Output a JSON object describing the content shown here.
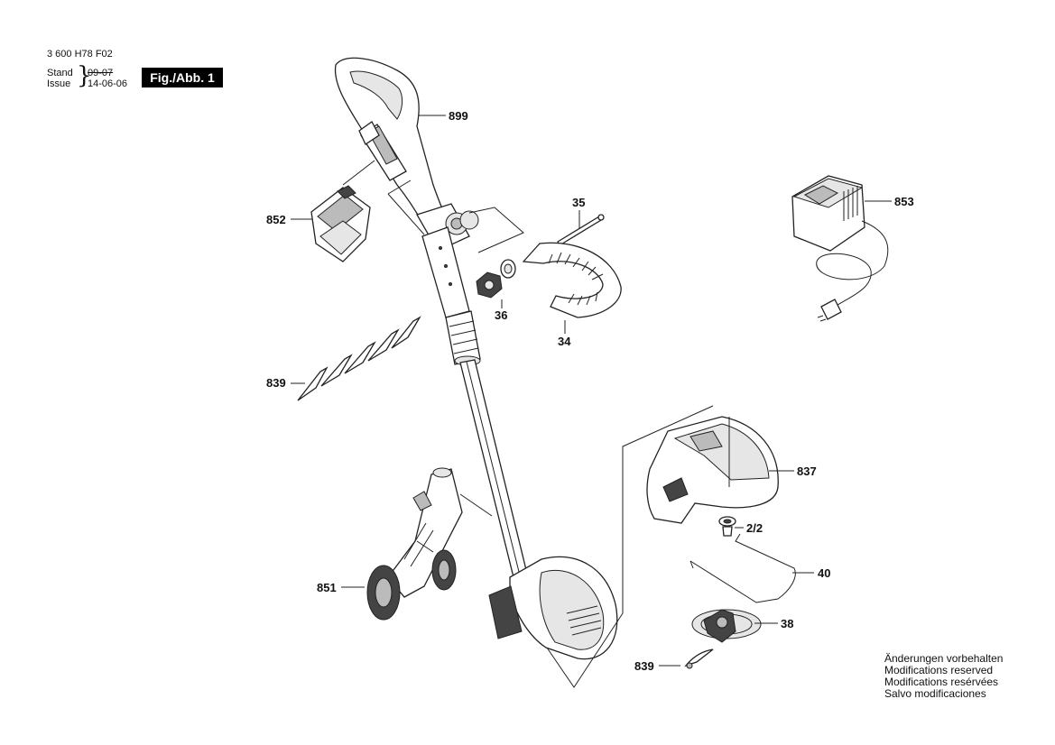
{
  "header": {
    "doc_number": "3 600 H78 F02",
    "stand_label": "Stand",
    "issue_label": "Issue",
    "stand_value": "09-07",
    "issue_value": "14-06-06",
    "figure_label": "Fig./Abb. 1"
  },
  "notes": [
    "Änderungen vorbehalten",
    "Modifications reserved",
    "Modifications resérvées",
    "Salvo modificaciones"
  ],
  "part_labels": {
    "p899": "899",
    "p852": "852",
    "p35": "35",
    "p36": "36",
    "p34": "34",
    "p853": "853",
    "p839a": "839",
    "p837": "837",
    "p2_2": "2/2",
    "p40": "40",
    "p851": "851",
    "p38": "38",
    "p839b": "839"
  }
}
